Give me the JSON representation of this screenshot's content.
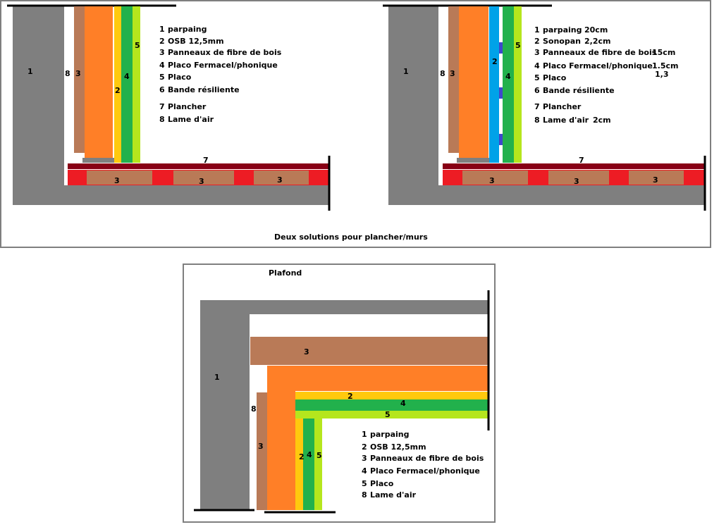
{
  "colors": {
    "parpaing": "#7f7f7f",
    "fibre": "#b97a57",
    "fibre_orange": "#ff7f27",
    "osb": "#ffc90e",
    "fermacel": "#22b14c",
    "placo": "#b5e61d",
    "sonopan": "#00a2e8",
    "resiliente": "#ed1c24",
    "plancher": "#880015",
    "strip": "#3f48cc",
    "frame": "#7f7f7f",
    "ink": "#000000"
  },
  "top_panel": {
    "caption": "Deux solutions pour plancher/murs"
  },
  "left_solution": {
    "labels": {
      "n1": "1",
      "n8": "8",
      "n3": "3",
      "n2": "2",
      "n4": "4",
      "n5": "5",
      "n7": "7",
      "floor3": "3"
    },
    "legend": [
      {
        "num": "1",
        "text": "parpaing"
      },
      {
        "num": "2",
        "text": "OSB 12,5mm"
      },
      {
        "num": "3",
        "text": "Panneaux de fibre de bois"
      },
      {
        "num": "4",
        "text": "Placo Fermacel/phonique"
      },
      {
        "num": "5",
        "text": "Placo"
      },
      {
        "num": "6",
        "text": "Bande résiliente"
      },
      {
        "num": "7",
        "text": "Plancher"
      },
      {
        "num": "8",
        "text": "Lame d'air"
      }
    ]
  },
  "right_solution": {
    "labels": {
      "n1": "1",
      "n8": "8",
      "n3": "3",
      "n2": "2",
      "n4": "4",
      "n5": "5",
      "n7": "7",
      "floor3": "3"
    },
    "legend": [
      {
        "num": "1",
        "text": "parpaing",
        "value": "20cm"
      },
      {
        "num": "2",
        "text": "Sonopan",
        "value": "2,2cm"
      },
      {
        "num": "3",
        "text": "Panneaux de fibre de bois",
        "value": "15cm"
      },
      {
        "num": "4",
        "text": "Placo Fermacel/phonique",
        "value": "1.5cm"
      },
      {
        "num": "5",
        "text": "Placo",
        "value": "1,3"
      },
      {
        "num": "6",
        "text": "Bande résiliente",
        "value": ""
      },
      {
        "num": "7",
        "text": "Plancher",
        "value": ""
      },
      {
        "num": "8",
        "text": "Lame d'air",
        "value": "2cm"
      }
    ]
  },
  "ceiling_panel": {
    "title": "Plafond",
    "labels": {
      "n1": "1",
      "n3h": "3",
      "n2h": "2",
      "n4h": "4",
      "n5h": "5",
      "n8": "8",
      "n3v": "3",
      "n2v": "2",
      "n4v": "4",
      "n5v": "5"
    },
    "legend": [
      {
        "num": "1",
        "text": "parpaing"
      },
      {
        "num": "2",
        "text": "OSB 12,5mm"
      },
      {
        "num": "3",
        "text": "Panneaux de fibre de bois"
      },
      {
        "num": "4",
        "text": "Placo Fermacel/phonique"
      },
      {
        "num": "5",
        "text": "Placo"
      },
      {
        "num": "8",
        "text": "Lame d'air"
      }
    ]
  }
}
